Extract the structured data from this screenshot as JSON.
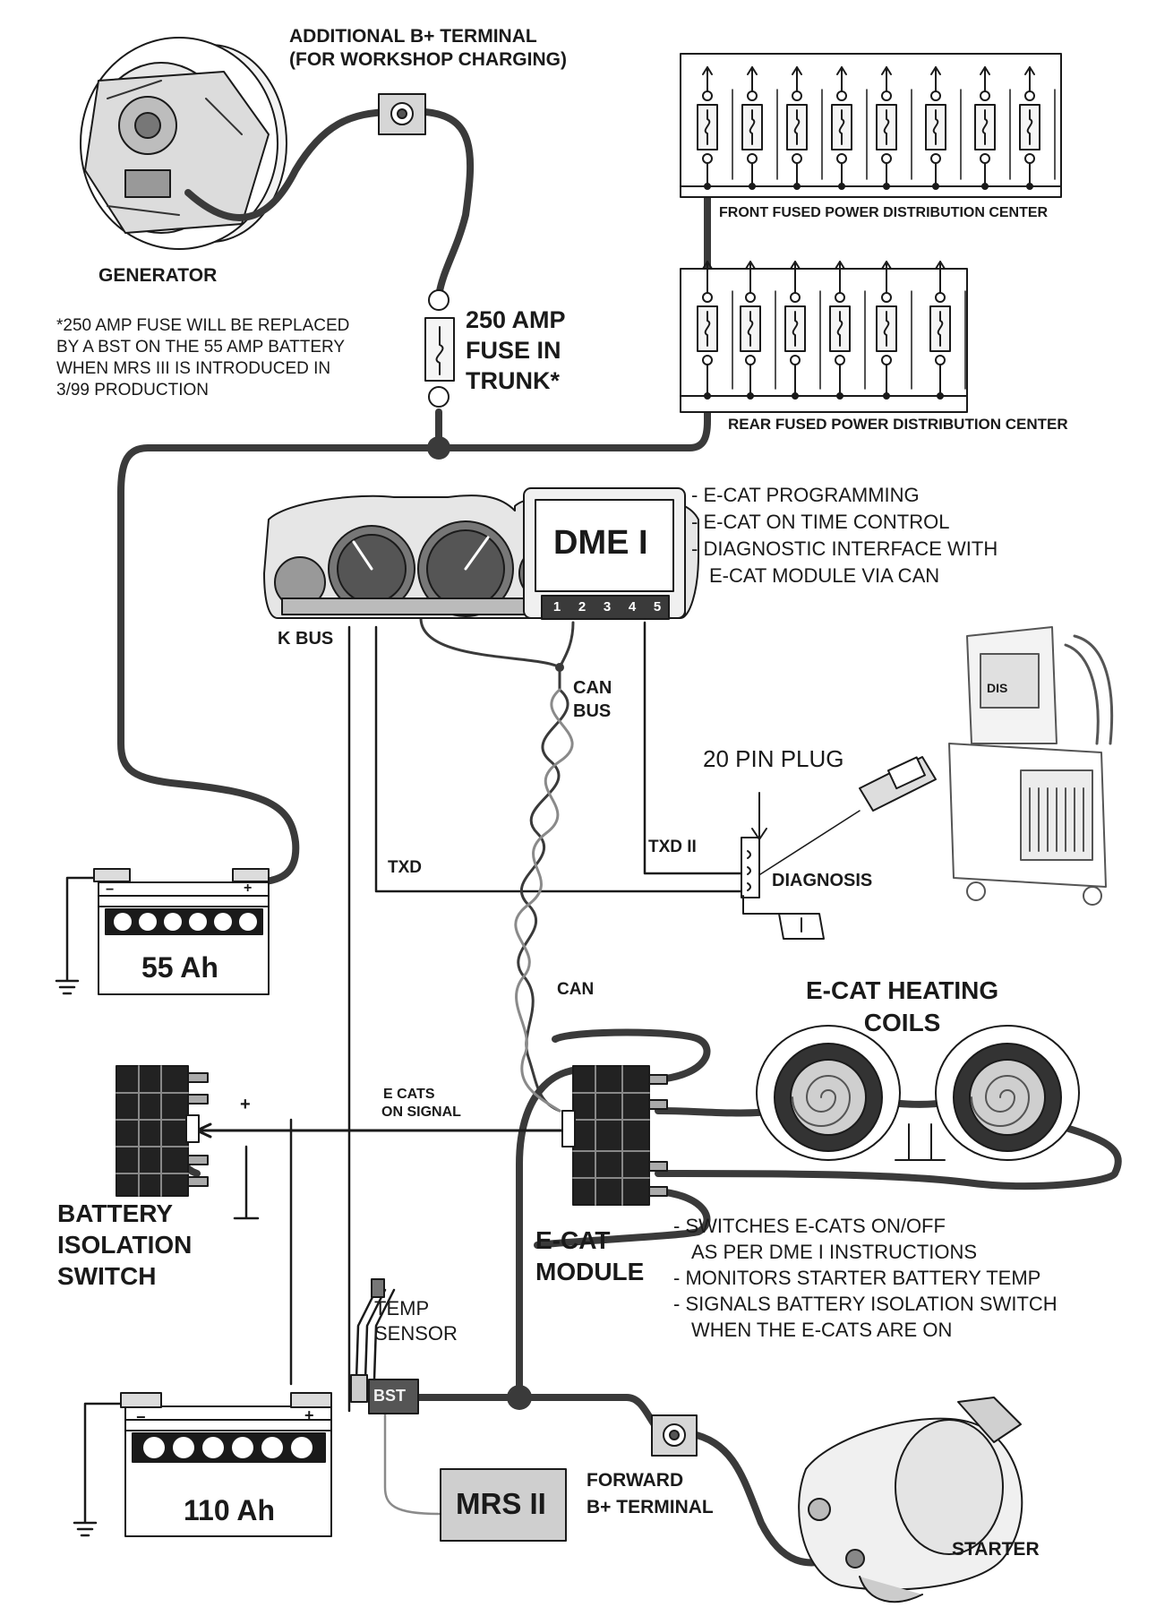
{
  "components": {
    "generator": "GENERATOR",
    "additional_terminal": [
      "ADDITIONAL B+ TERMINAL",
      "(FOR WORKSHOP CHARGING)"
    ],
    "fuse_250": [
      "250 AMP",
      "FUSE IN",
      "TRUNK*"
    ],
    "fuse_note": [
      "*250 AMP FUSE WILL BE REPLACED",
      "BY A BST ON THE 55 AMP BATTERY",
      "WHEN MRS III IS INTRODUCED IN",
      "3/99 PRODUCTION"
    ],
    "front_pdc": "FRONT FUSED POWER DISTRIBUTION CENTER",
    "rear_pdc": "REAR FUSED POWER DISTRIBUTION CENTER",
    "kbus": "K BUS",
    "dme_title": "DME I",
    "dme_pins": [
      "1",
      "2",
      "3",
      "4",
      "5"
    ],
    "dme_notes": [
      "E-CAT PROGRAMMING",
      "E-CAT ON TIME CONTROL",
      "DIAGNOSTIC INTERFACE WITH",
      "E-CAT MODULE VIA CAN"
    ],
    "can_bus": [
      "CAN",
      "BUS"
    ],
    "plug_20pin": "20 PIN PLUG",
    "dis_label": "DIS",
    "txd_ii": "TXD II",
    "txd": "TXD",
    "diagnosis": "DIAGNOSIS",
    "battery_55": {
      "label": "55 Ah",
      "minus": "−",
      "plus": "+"
    },
    "can": "CAN",
    "ecat_coils": [
      "E-CAT HEATING",
      "COILS"
    ],
    "ecats_signal": [
      "E CATS",
      "ON SIGNAL"
    ],
    "isolation_switch": [
      "BATTERY",
      "ISOLATION",
      "SWITCH"
    ],
    "isolation_plus": "+",
    "ecat_module": [
      "E-CAT",
      "MODULE"
    ],
    "ecat_module_notes": [
      "SWITCHES E-CATS ON/OFF",
      "AS PER DME I INSTRUCTIONS",
      "MONITORS STARTER BATTERY TEMP",
      "SIGNALS BATTERY ISOLATION SWITCH",
      "WHEN THE E-CATS ARE ON"
    ],
    "temp_sensor": [
      "TEMP",
      "SENSOR"
    ],
    "bst": "BST",
    "mrs": "MRS II",
    "forward_terminal": [
      "FORWARD",
      "B+ TERMINAL"
    ],
    "battery_110": {
      "label": "110 Ah",
      "minus": "−",
      "plus": "+"
    },
    "starter": "STARTER"
  },
  "colors": {
    "line": "#1a1a1a",
    "cable": "#3a3a3a",
    "gray": "#8a8a8a",
    "paper": "#ffffff"
  }
}
